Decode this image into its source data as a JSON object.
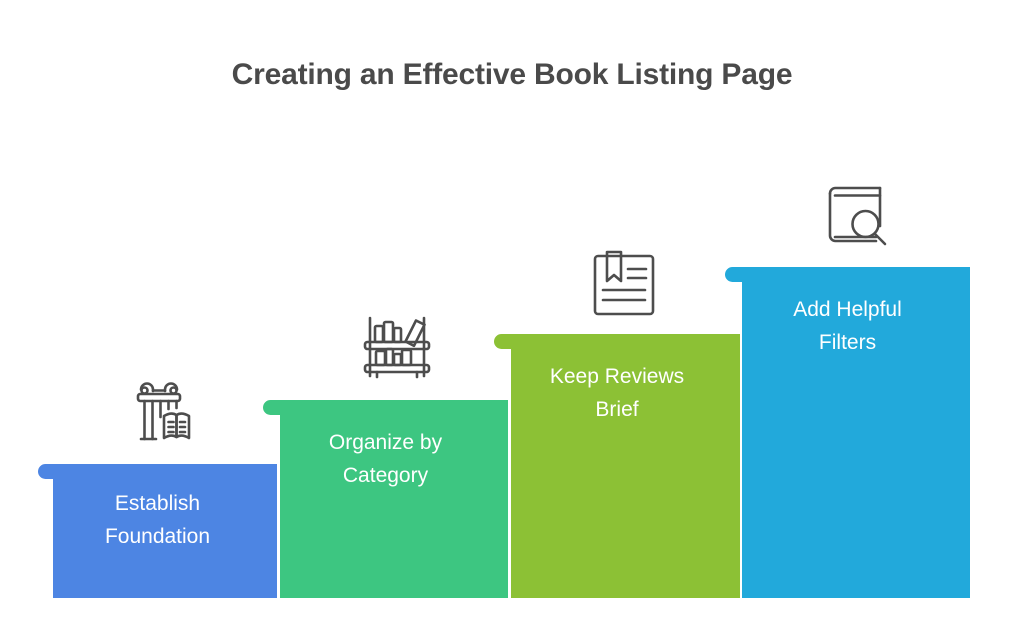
{
  "page": {
    "title": "Creating an Effective Book Listing Page",
    "background_color": "#ffffff",
    "title_color": "#4a4a4a",
    "icon_stroke_color": "#4d4d4d"
  },
  "chart_data": {
    "type": "bar",
    "title": "Creating an Effective Book Listing Page",
    "xlabel": "",
    "ylabel": "",
    "grid": false,
    "legend": false,
    "categories": [
      "Establish Foundation",
      "Organize by Category",
      "Keep Reviews Brief",
      "Add Helpful Filters"
    ],
    "values": [
      1,
      2,
      3,
      4
    ],
    "value_unit": "step",
    "colors": [
      "#4d85e3",
      "#3dc681",
      "#8cc135",
      "#22a9db"
    ]
  },
  "steps": [
    {
      "label": "Establish\nFoundation",
      "color": "#4d85e3",
      "icon": "column-book-icon",
      "order": "1"
    },
    {
      "label": "Organize by\nCategory",
      "color": "#3dc681",
      "icon": "bookshelf-icon",
      "order": "2"
    },
    {
      "label": "Keep Reviews\nBrief",
      "color": "#8cc135",
      "icon": "article-bookmark-icon",
      "order": "3"
    },
    {
      "label": "Add Helpful\nFilters",
      "color": "#22a9db",
      "icon": "book-search-icon",
      "order": "4"
    }
  ]
}
